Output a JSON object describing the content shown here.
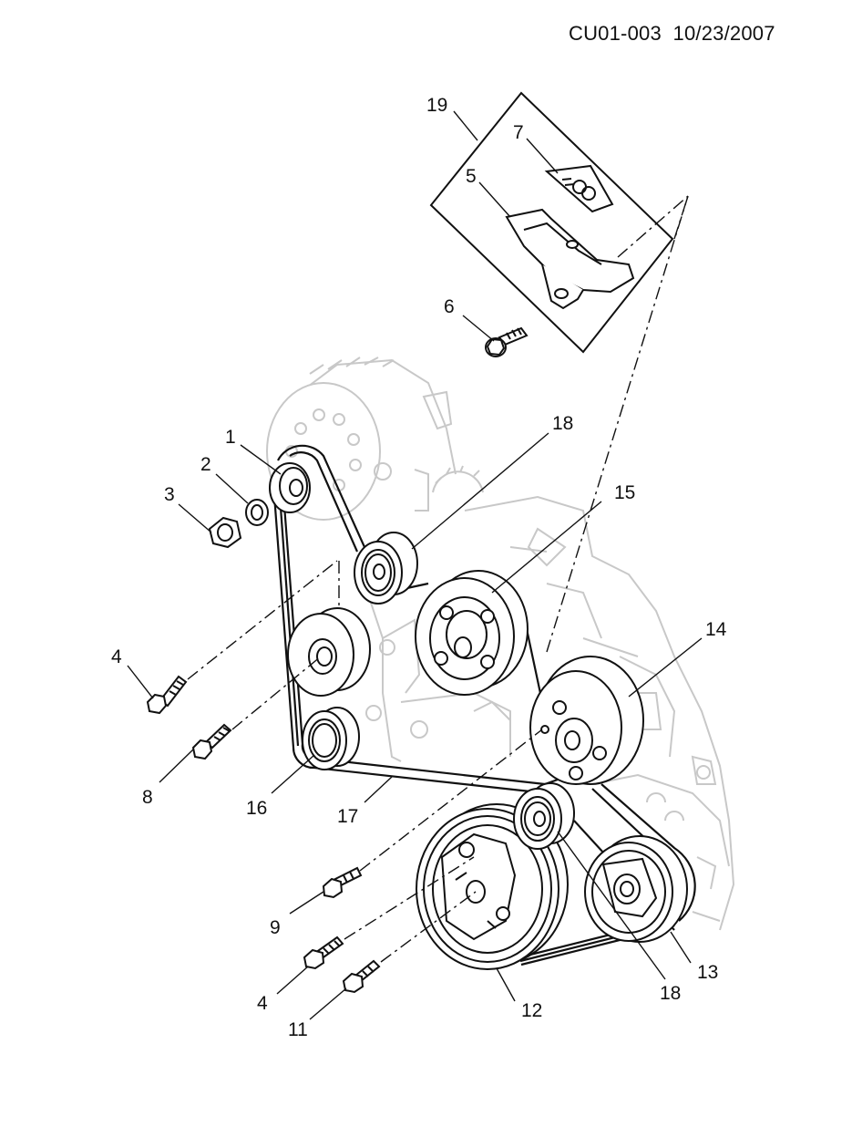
{
  "header": {
    "code": "CU01-003",
    "date": "10/23/2007"
  },
  "callouts": {
    "c1": "1",
    "c2": "2",
    "c3": "3",
    "c4a": "4",
    "c4b": "4",
    "c5": "5",
    "c6": "6",
    "c7": "7",
    "c8": "8",
    "c9": "9",
    "c11": "11",
    "c12": "12",
    "c13": "13",
    "c14": "14",
    "c15": "15",
    "c16": "16",
    "c17": "17",
    "c18a": "18",
    "c18b": "18",
    "c19": "19"
  }
}
